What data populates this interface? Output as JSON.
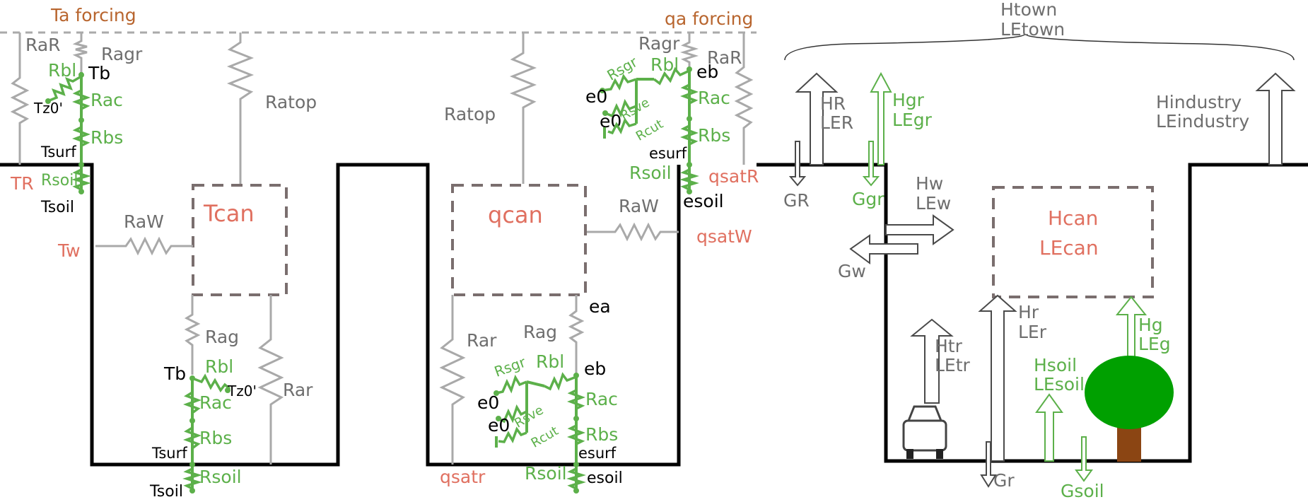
{
  "forcing": {
    "ta": "Ta forcing",
    "qa": "qa forcing"
  },
  "left_panel": {
    "RaR": "RaR",
    "Ragr": "Ragr",
    "Rbl": "Rbl",
    "Tb": "Tb",
    "Tz0": "Tz0'",
    "Rac": "Rac",
    "Rbs": "Rbs",
    "Tsurf": "Tsurf",
    "TR": "TR",
    "Rsoil": "Rsoil",
    "Tsoil": "Tsoil",
    "Ratop": "Ratop",
    "RaW": "RaW",
    "Tcan": "Tcan",
    "Tw": "Tw",
    "Rag": "Rag",
    "Rar": "Rar",
    "Tb2": "Tb",
    "Rbl2": "Rbl",
    "Tz02": "Tz0'",
    "Rac2": "Rac",
    "Rbs2": "Rbs",
    "Tsurf2": "Tsurf",
    "Rsoil2": "Rsoil",
    "Tsoil2": "Tsoil"
  },
  "middle_panel": {
    "Ragr": "Ragr",
    "RaR": "RaR",
    "Rsgr": "Rsgr",
    "Rbl": "Rbl",
    "eb": "eb",
    "e0a": "e0",
    "e0b": "e0",
    "Rsve": "Rsve",
    "Rac": "Rac",
    "Rcut": "Rcut",
    "Rbs": "Rbs",
    "esurf": "esurf",
    "Rsoil": "Rsoil",
    "qsatR": "qsatR",
    "esoil": "esoil",
    "Ratop": "Ratop",
    "qcan": "qcan",
    "RaW": "RaW",
    "qsatW": "qsatW",
    "ea": "ea",
    "Rar": "Rar",
    "Rag": "Rag",
    "Rsgr2": "Rsgr",
    "Rbl2": "Rbl",
    "eb2": "eb",
    "e0c": "e0",
    "e0d": "e0",
    "Rsve2": "Rsve",
    "Rac2": "Rac",
    "Rcut2": "Rcut",
    "Rbs2": "Rbs",
    "esurf2": "esurf",
    "qsatr": "qsatr",
    "Rsoil2": "Rsoil",
    "esoil2": "esoil"
  },
  "right_panel": {
    "Htown": "Htown",
    "LEtown": "LEtown",
    "HR": "HR",
    "LER": "LER",
    "GR": "GR",
    "Hgr": "Hgr",
    "LEgr": "LEgr",
    "Ggr": "Ggr",
    "Hw": "Hw",
    "LEw": "LEw",
    "Gw": "Gw",
    "Hindustry": "Hindustry",
    "LEindustry": "LEindustry",
    "Hcan": "Hcan",
    "LEcan": "LEcan",
    "Htr": "Htr",
    "LEtr": "LEtr",
    "Hr": "Hr",
    "LEr": "LEr",
    "Gr": "Gr",
    "Hg": "Hg",
    "LEg": "LEg",
    "Hsoil": "Hsoil",
    "LEsoil": "LEsoil",
    "Gsoil": "Gsoil"
  },
  "colors": {
    "resistance_gray": "#a9a9a9",
    "vegetation_green": "#5cb04a",
    "state_red": "#e07060",
    "forcing_brown": "#b8652e",
    "tree_crown": "#00a000",
    "tree_trunk": "#8b4513"
  }
}
